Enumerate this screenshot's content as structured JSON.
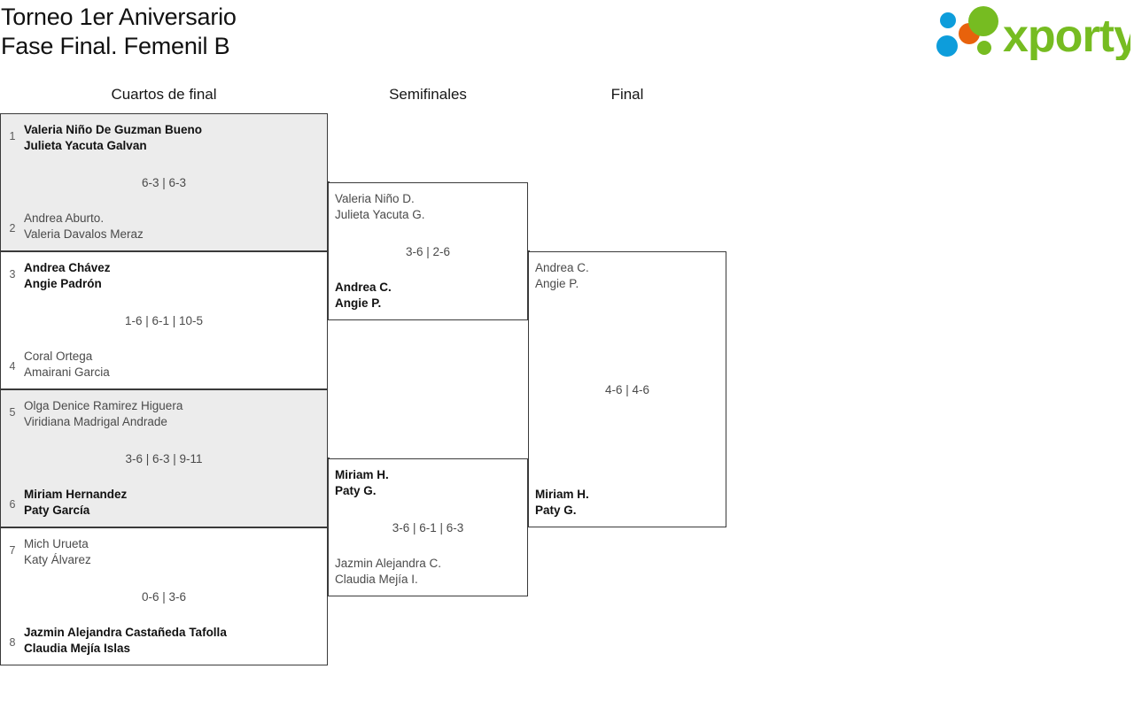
{
  "header": {
    "title_line1": "Torneo 1er Aniversario",
    "title_line2": "Fase Final. Femenil B",
    "logo_text": "xporty",
    "logo_colors": {
      "green": "#76bc21",
      "orange": "#e8620c",
      "blue": "#0d9ddb"
    }
  },
  "rounds": [
    {
      "key": "qf",
      "label": "Cuartos de final"
    },
    {
      "key": "sf",
      "label": "Semifinales"
    },
    {
      "key": "f",
      "label": "Final"
    }
  ],
  "bracket": {
    "quarterfinals": [
      {
        "shaded": true,
        "score": "6-3 | 6-3",
        "top": {
          "seed": "1",
          "player1": "Valeria Niño De Guzman Bueno",
          "player2": "Julieta Yacuta Galvan",
          "winner": true
        },
        "bottom": {
          "seed": "2",
          "player1": "Andrea Aburto.",
          "player2": "Valeria Davalos Meraz",
          "winner": false
        }
      },
      {
        "shaded": false,
        "score": "1-6 | 6-1 | 10-5",
        "top": {
          "seed": "3",
          "player1": "Andrea Chávez",
          "player2": "Angie Padrón",
          "winner": true
        },
        "bottom": {
          "seed": "4",
          "player1": "Coral Ortega",
          "player2": "Amairani Garcia",
          "winner": false
        }
      },
      {
        "shaded": true,
        "score": "3-6 | 6-3 | 9-11",
        "top": {
          "seed": "5",
          "player1": "Olga Denice Ramirez Higuera",
          "player2": "Viridiana Madrigal Andrade",
          "winner": false
        },
        "bottom": {
          "seed": "6",
          "player1": "Miriam Hernandez",
          "player2": "Paty García",
          "winner": true
        }
      },
      {
        "shaded": false,
        "score": "0-6 | 3-6",
        "top": {
          "seed": "7",
          "player1": "Mich Urueta",
          "player2": "Katy Álvarez",
          "winner": false
        },
        "bottom": {
          "seed": "8",
          "player1": "Jazmin Alejandra Castañeda Tafolla",
          "player2": "Claudia Mejía Islas",
          "winner": true
        }
      }
    ],
    "semifinals": [
      {
        "score": "3-6 | 2-6",
        "top": {
          "player1": "Valeria Niño D.",
          "player2": "Julieta Yacuta G.",
          "winner": false
        },
        "bottom": {
          "player1": "Andrea C.",
          "player2": "Angie P.",
          "winner": true
        }
      },
      {
        "score": "3-6 | 6-1 | 6-3",
        "top": {
          "player1": "Miriam H.",
          "player2": "Paty G.",
          "winner": true
        },
        "bottom": {
          "player1": "Jazmin Alejandra C.",
          "player2": "Claudia Mejía I.",
          "winner": false
        }
      }
    ],
    "final": {
      "score": "4-6 | 4-6",
      "top": {
        "player1": "Andrea C.",
        "player2": "Angie P.",
        "winner": false
      },
      "bottom": {
        "player1": "Miriam H.",
        "player2": "Paty G.",
        "winner": true
      }
    }
  }
}
